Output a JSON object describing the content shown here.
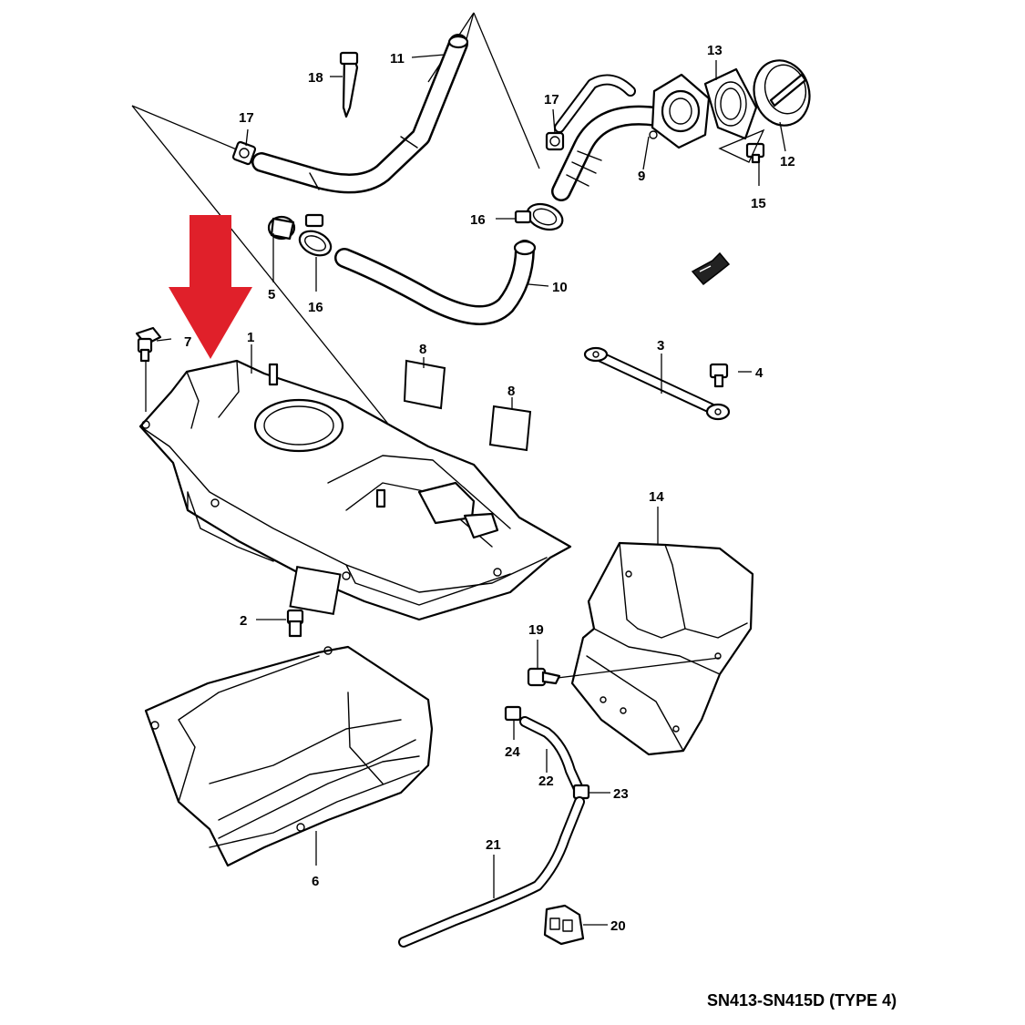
{
  "diagram_code": "SN413-SN415D (TYPE 4)",
  "highlight_color": "#e0202a",
  "callouts": [
    {
      "id": "1",
      "text": "1"
    },
    {
      "id": "2",
      "text": "2"
    },
    {
      "id": "3",
      "text": "3"
    },
    {
      "id": "4",
      "text": "4"
    },
    {
      "id": "5",
      "text": "5"
    },
    {
      "id": "6",
      "text": "6"
    },
    {
      "id": "7",
      "text": "7"
    },
    {
      "id": "8a",
      "text": "8"
    },
    {
      "id": "8b",
      "text": "8"
    },
    {
      "id": "9",
      "text": "9"
    },
    {
      "id": "10",
      "text": "10"
    },
    {
      "id": "11",
      "text": "11"
    },
    {
      "id": "12",
      "text": "12"
    },
    {
      "id": "13",
      "text": "13"
    },
    {
      "id": "14",
      "text": "14"
    },
    {
      "id": "15",
      "text": "15"
    },
    {
      "id": "16a",
      "text": "16"
    },
    {
      "id": "16b",
      "text": "16"
    },
    {
      "id": "17a",
      "text": "17"
    },
    {
      "id": "17b",
      "text": "17"
    },
    {
      "id": "18",
      "text": "18"
    },
    {
      "id": "19",
      "text": "19"
    },
    {
      "id": "20",
      "text": "20"
    },
    {
      "id": "21",
      "text": "21"
    },
    {
      "id": "22",
      "text": "22"
    },
    {
      "id": "23",
      "text": "23"
    },
    {
      "id": "24",
      "text": "24"
    }
  ]
}
